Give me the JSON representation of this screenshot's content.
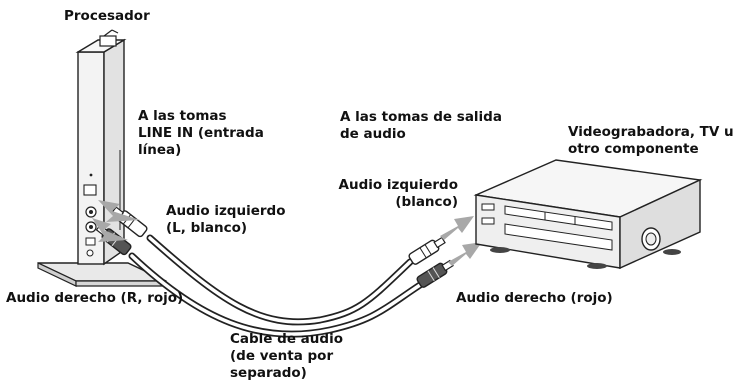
{
  "labels": {
    "processor": "Procesador",
    "line_in": [
      "A las tomas",
      "LINE IN (entrada",
      "línea)"
    ],
    "audio_out": [
      "A las tomas de salida",
      "de audio"
    ],
    "component": [
      "Videograbadora, TV u",
      "otro componente"
    ],
    "audio_left_processor": [
      "Audio izquierdo",
      "(L, blanco)"
    ],
    "audio_left_component": [
      "Audio izquierdo",
      "(blanco)"
    ],
    "audio_right_processor": "Audio derecho (R, rojo)",
    "audio_right_component": "Audio derecho (rojo)",
    "cable": [
      "Cable de audio",
      "(de venta por",
      "separado)"
    ]
  }
}
